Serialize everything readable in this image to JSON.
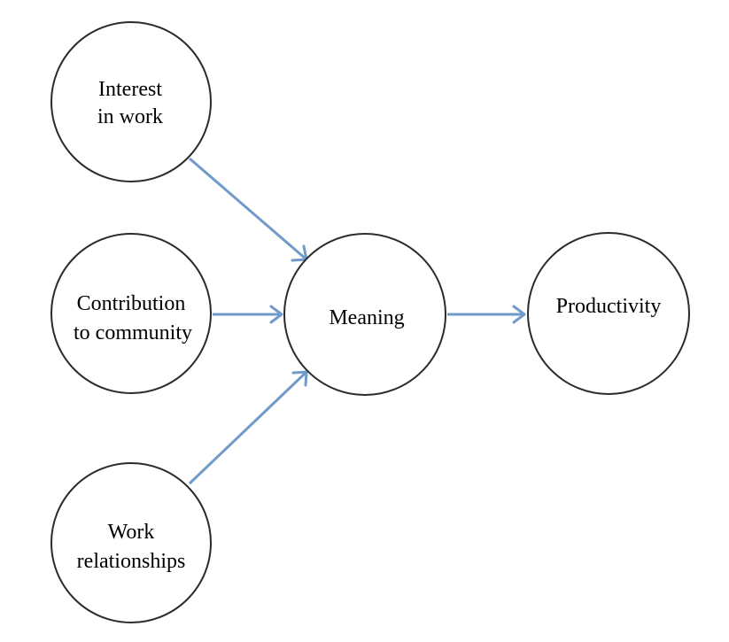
{
  "diagram": {
    "arrow_color": "#6f9ac9",
    "node_stroke_color": "#2b2b2b",
    "nodes": {
      "interest": {
        "line1": "Interest",
        "line2": "in work"
      },
      "contribution": {
        "line1": "Contribution",
        "line2": "to community"
      },
      "work_relationships": {
        "line1": "Work",
        "line2": "relationships"
      },
      "meaning": {
        "label": "Meaning"
      },
      "productivity": {
        "label": "Productivity"
      }
    },
    "edges": [
      {
        "from": "Interest in work",
        "to": "Meaning"
      },
      {
        "from": "Contribution to community",
        "to": "Meaning"
      },
      {
        "from": "Work relationships",
        "to": "Meaning"
      },
      {
        "from": "Meaning",
        "to": "Productivity"
      }
    ]
  }
}
